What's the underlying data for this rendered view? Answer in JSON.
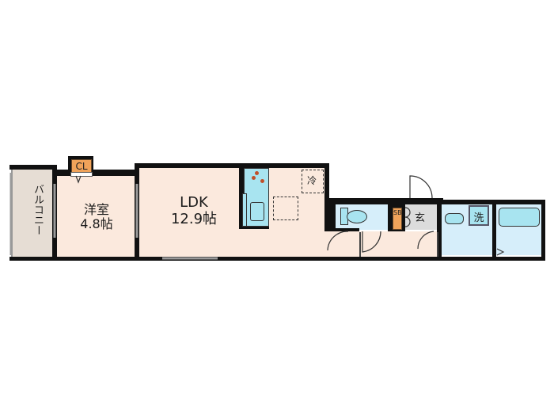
{
  "floorplan": {
    "rooms": {
      "balcony": {
        "label": "バルコニー",
        "color": "#e6ddd4"
      },
      "western_room": {
        "label": "洋室",
        "size": "4.8帖",
        "color": "#fbe9dd"
      },
      "ldk": {
        "label": "LDK",
        "size": "12.9帖",
        "color": "#fbe9dd"
      },
      "closet": {
        "label": "CL",
        "color": "#f0a35a"
      },
      "refrigerator": {
        "label": "冷"
      },
      "shoe_box": {
        "label": "SB",
        "color": "#f0a35a"
      },
      "entrance": {
        "label": "玄",
        "color": "#dcdcdc"
      },
      "washer": {
        "label": "洗",
        "color": "#a8e4f0"
      },
      "toilet": {
        "color": "#d6eefa"
      },
      "washroom": {
        "color": "#d6eefa"
      },
      "bathroom": {
        "color": "#d6eefa"
      },
      "hallway": {
        "color": "#fbe9dd"
      }
    },
    "colors": {
      "wall": "#111111",
      "fixture_blue": "#a8e4f0",
      "stove_burner": "#c0502a"
    }
  }
}
